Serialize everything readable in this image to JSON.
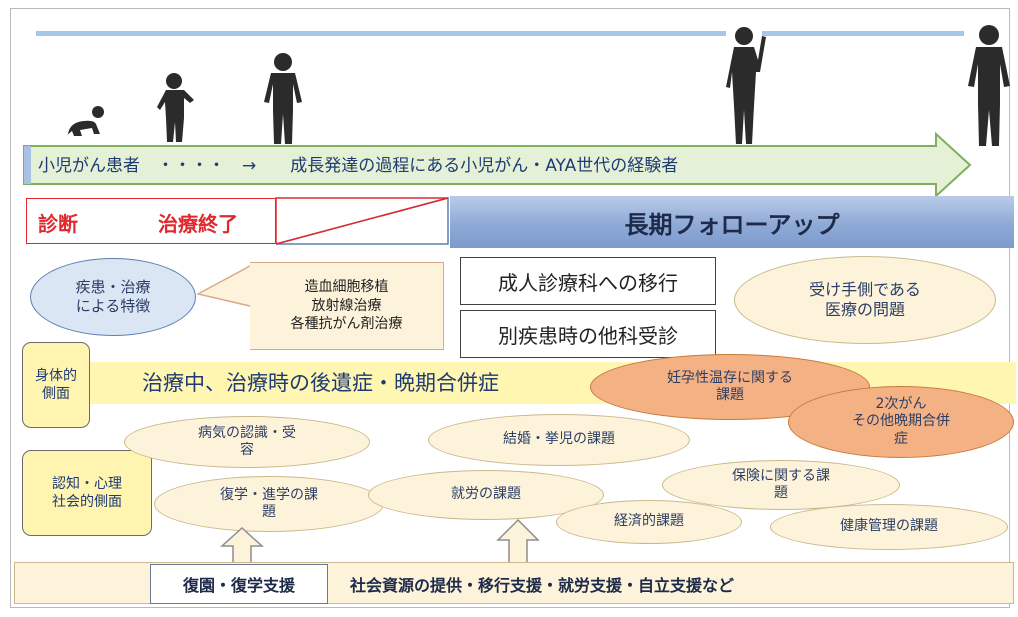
{
  "timeline": {
    "arrow_text": "小児がん患者　・・・・　→　　成長発達の過程にある小児がん・AYA世代の経験者"
  },
  "phases": {
    "diagnosis": "診断",
    "treatment_end": "治療終了",
    "long_term_followup": "長期フォローアップ"
  },
  "disease_features": {
    "bubble": "疾患・治療\nによる特徴",
    "treatments": "造血細胞移植\n放射線治療\n各種抗がん剤治療"
  },
  "transitions": {
    "adult_care": "成人診療科への移行",
    "other_dept": "別疾患時の他科受診",
    "receiving_side": "受け手側である\n医療の問題"
  },
  "physical": {
    "label": "身体的\n側面",
    "band": "治療中、治療時の後遺症・晩期合併症",
    "fertility": "妊孕性温存に関する\n課題",
    "second_cancer": "2次がん\nその他晩期合併\n症"
  },
  "cognitive": {
    "label": "認知・心理\n社会的側面",
    "illness_acceptance": "病気の認識・受\n容",
    "school_return": "復学・進学の課\n題",
    "marriage": "結婚・挙児の課題",
    "employment": "就労の課題",
    "insurance": "保険に関する課\n題",
    "economic": "経済的課題",
    "health_mgmt": "健康管理の課題"
  },
  "support": {
    "school_support": "復園・復学支援",
    "resources": "社会資源の提供・移行支援・就労支援・自立支援など"
  },
  "colors": {
    "blue_line": "#a7c7e7",
    "arrow_fill": "#e4f1d6",
    "followup_fill": "#8faad6",
    "red_text": "#e0292f",
    "band_fill": "#fff7b1",
    "cream": "#fdf3da",
    "orange": "#f4b183"
  },
  "icons": [
    "baby-silhouette",
    "toddler-silhouette",
    "child-silhouette",
    "teen-silhouette",
    "adult-silhouette"
  ]
}
